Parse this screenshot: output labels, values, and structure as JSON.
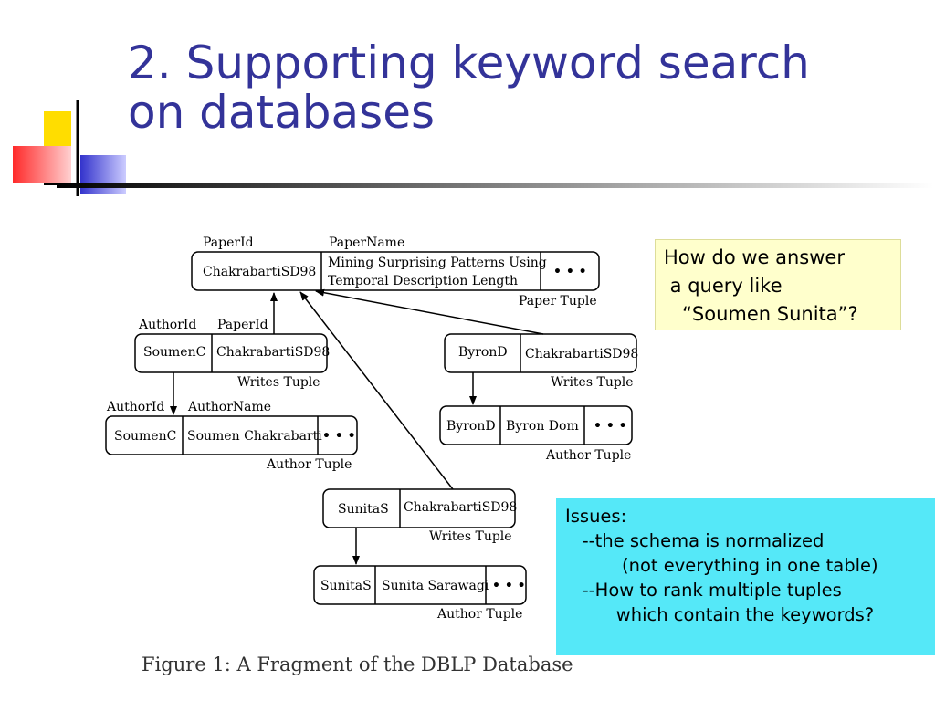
{
  "slide": {
    "title_line1": "2. Supporting keyword search",
    "title_line2": "on databases"
  },
  "figure": {
    "caption": "Figure 1: A Fragment of the DBLP Database",
    "ellipsis": "• • •",
    "paper": {
      "header_id": "PaperId",
      "header_name": "PaperName",
      "id": "ChakrabartiSD98",
      "name_line1": "Mining Surprising Patterns Using",
      "name_line2": "Temporal Description Length",
      "label": "Paper Tuple"
    },
    "writes_soumen": {
      "header_author": "AuthorId",
      "header_paper": "PaperId",
      "author": "SoumenC",
      "paper": "ChakrabartiSD98",
      "label": "Writes Tuple"
    },
    "author_soumen": {
      "header_id": "AuthorId",
      "header_name": "AuthorName",
      "id": "SoumenC",
      "name": "Soumen Chakrabarti",
      "label": "Author Tuple"
    },
    "writes_byron": {
      "author": "ByronD",
      "paper": "ChakrabartiSD98",
      "label": "Writes Tuple"
    },
    "author_byron": {
      "id": "ByronD",
      "name": "Byron Dom",
      "label": "Author Tuple"
    },
    "writes_sunita": {
      "author": "SunitaS",
      "paper": "ChakrabartiSD98",
      "label": "Writes Tuple"
    },
    "author_sunita": {
      "id": "SunitaS",
      "name": "Sunita Sarawagi",
      "label": "Author Tuple"
    }
  },
  "question_box": {
    "line1": "How do we answer",
    "line2": " a query like",
    "line3": "   “Soumen Sunita”?"
  },
  "issues_box": {
    "line1": "Issues:",
    "line2": "   --the schema is normalized",
    "line3": "          (not everything in one table)",
    "line4": "   --How to rank multiple tuples",
    "line5": "         which contain the keywords?"
  }
}
